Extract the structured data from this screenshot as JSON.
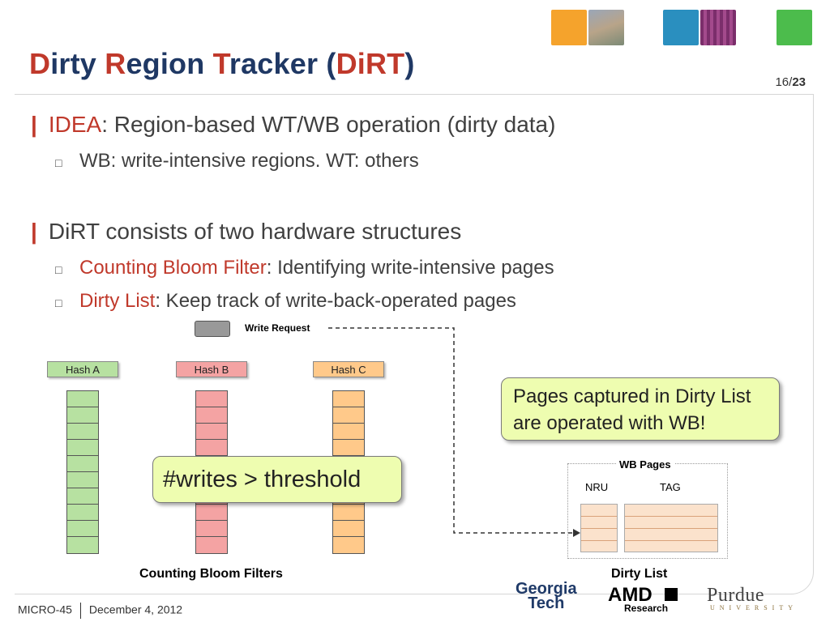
{
  "header": {
    "title_parts": [
      {
        "t": "D",
        "hl": true
      },
      {
        "t": "irty ",
        "hl": false
      },
      {
        "t": "R",
        "hl": true
      },
      {
        "t": "egion ",
        "hl": false
      },
      {
        "t": "T",
        "hl": true
      },
      {
        "t": "racker (",
        "hl": false
      },
      {
        "t": "DiRT",
        "hl": true
      },
      {
        "t": ")",
        "hl": false
      }
    ],
    "page_current": "16/",
    "page_total": "23"
  },
  "bullets": {
    "b1_key": "IDEA",
    "b1_text": ": Region-based WT/WB operation (dirty data)",
    "b1_sub": "WB: write-intensive regions. WT: others",
    "b2_text": "DiRT consists of two hardware structures",
    "b2_sub1_key": "Counting Bloom Filter",
    "b2_sub1_text": ": Identifying write-intensive pages",
    "b2_sub2_key": "Dirty List",
    "b2_sub2_text": ": Keep track of write-back-operated pages"
  },
  "diagram": {
    "write_request": "Write Request",
    "hash_a": "Hash A",
    "hash_b": "Hash B",
    "hash_c": "Hash C",
    "threshold": "#writes > threshold",
    "callout": "Pages captured  in Dirty List are operated with WB!",
    "cbf_label": "Counting Bloom Filters",
    "wb_pages": "WB Pages",
    "nru": "NRU",
    "tag": "TAG",
    "dirty_list": "Dirty List"
  },
  "footer": {
    "conference": "MICRO-45",
    "date": "December 4, 2012"
  },
  "logos": {
    "gt_line1": "Georgia",
    "gt_line2": "Tech",
    "amd": "AMD",
    "amd_sub": "Research",
    "purdue": "Purdue",
    "purdue_sub": "UNIVERSITY"
  },
  "colors": {
    "title": "#1f3864",
    "accent_red": "#c0392b",
    "hash_a": "#b7e1a1",
    "hash_b": "#f4a3a3",
    "hash_c": "#ffc98a",
    "callout": "#eefdb0"
  }
}
